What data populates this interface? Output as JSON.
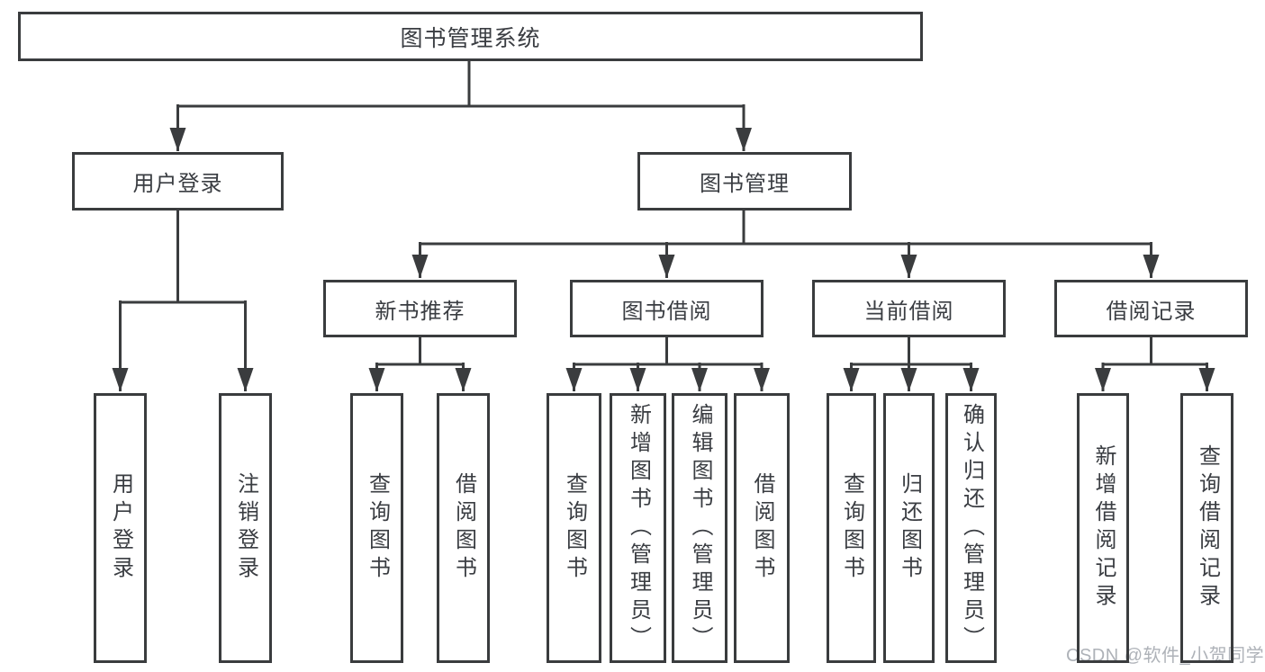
{
  "diagram_title": "图书管理系统",
  "tree": {
    "label": "图书管理系统",
    "children": [
      {
        "label": "用户登录",
        "children": [
          {
            "label": "用户登录"
          },
          {
            "label": "注销登录"
          }
        ]
      },
      {
        "label": "图书管理",
        "children": [
          {
            "label": "新书推荐",
            "children": [
              {
                "label": "查询图书"
              },
              {
                "label": "借阅图书"
              }
            ]
          },
          {
            "label": "图书借阅",
            "children": [
              {
                "label": "查询图书"
              },
              {
                "label": "新增图书（管理员）"
              },
              {
                "label": "编辑图书（管理员）"
              },
              {
                "label": "借阅图书"
              }
            ]
          },
          {
            "label": "当前借阅",
            "children": [
              {
                "label": "查询图书"
              },
              {
                "label": "归还图书"
              },
              {
                "label": "确认归还（管理员）"
              }
            ]
          },
          {
            "label": "借阅记录",
            "children": [
              {
                "label": "新增借阅记录"
              },
              {
                "label": "查询借阅记录"
              }
            ]
          }
        ]
      }
    ]
  },
  "watermark": {
    "text": "CSDN @软件_小贺同学"
  },
  "colors": {
    "line": "#3a3c3e",
    "box_border": "#3a3c3e",
    "text": "#3a3d42",
    "watermark": "#aeb2b8",
    "background": "#ffffff"
  }
}
